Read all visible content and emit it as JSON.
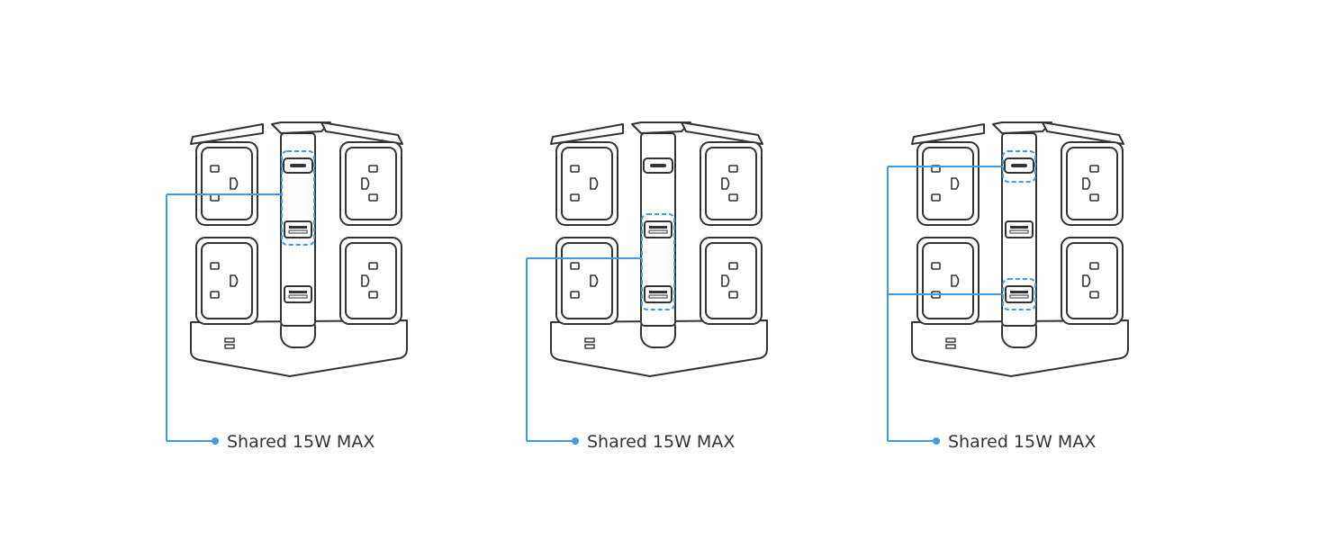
{
  "colors": {
    "line": "#333333",
    "fill": "#ffffff",
    "accent": "#3d9be9",
    "text": "#333333"
  },
  "icons": {
    "outlet": "outlet-icon",
    "usb_c": "usb-c-port-icon",
    "usb_a": "usb-a-port-icon",
    "base": "base-indicator-icon"
  },
  "diagrams": [
    {
      "id": "usb-c-and-usb-a-top",
      "caption": "Shared 15W MAX",
      "highlighted_ports": [
        "usb-c",
        "usb-a-top"
      ]
    },
    {
      "id": "usb-a-top-and-usb-a-bottom",
      "caption": "Shared 15W MAX",
      "highlighted_ports": [
        "usb-a-top",
        "usb-a-bottom"
      ]
    },
    {
      "id": "usb-c-and-usb-a-bottom",
      "caption": "Shared 15W MAX",
      "highlighted_ports": [
        "usb-c",
        "usb-a-bottom"
      ]
    }
  ]
}
